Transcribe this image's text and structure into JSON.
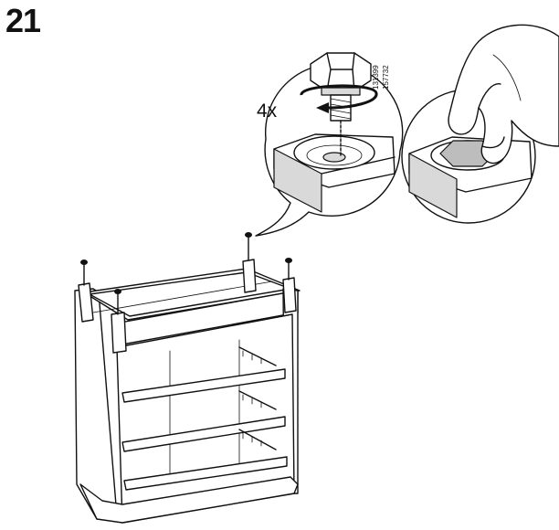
{
  "step": {
    "number": "21"
  },
  "instruction": {
    "quantity": "4x"
  },
  "part_codes": [
    "131399",
    "157732"
  ],
  "icons": {
    "callout-left": "bolt-foot-screw-illustration",
    "callout-right": "hand-tightening-foot-illustration",
    "cabinet": "dresser-upside-down-illustration",
    "rotation": "clockwise-arrow-icon"
  }
}
